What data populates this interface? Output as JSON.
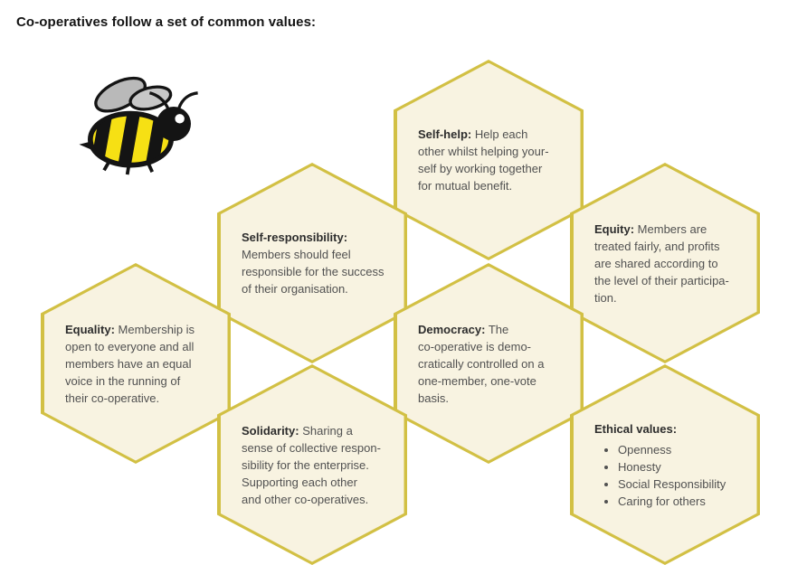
{
  "title": "Co-operatives follow a set of common values:",
  "colors": {
    "hex_border": "#d2c044",
    "hex_fill": "#f8f3e1",
    "text": "#515151"
  },
  "hexagons": [
    {
      "name": "self-help",
      "heading": "Self-help:",
      "body": " Help each\nother whilst helping your-\nself by working together\nfor mutual benefit."
    },
    {
      "name": "self-responsibility",
      "heading": "Self-responsibility:",
      "body": "\nMembers should feel\nresponsible for the success\nof their organisation."
    },
    {
      "name": "equity",
      "heading": "Equity:",
      "body": " Members are\ntreated fairly, and profits\nare shared according to\nthe level of their participa-\ntion."
    },
    {
      "name": "equality",
      "heading": "Equality:",
      "body": " Membership is\nopen to everyone and all\nmembers have an equal\nvoice in the running of\ntheir co-operative."
    },
    {
      "name": "democracy",
      "heading": "Democracy:",
      "body": " The\nco-operative is demo-\ncratically controlled on a\none-member, one-vote\nbasis."
    },
    {
      "name": "solidarity",
      "heading": "Solidarity:",
      "body": " Sharing a\nsense of collective respon-\nsibility for the enterprise.\nSupporting each other\nand other co-operatives."
    },
    {
      "name": "ethical-values",
      "heading": "Ethical values:",
      "bullets": [
        "Openness",
        "Honesty",
        "Social Responsibility",
        "Caring for others"
      ]
    }
  ]
}
